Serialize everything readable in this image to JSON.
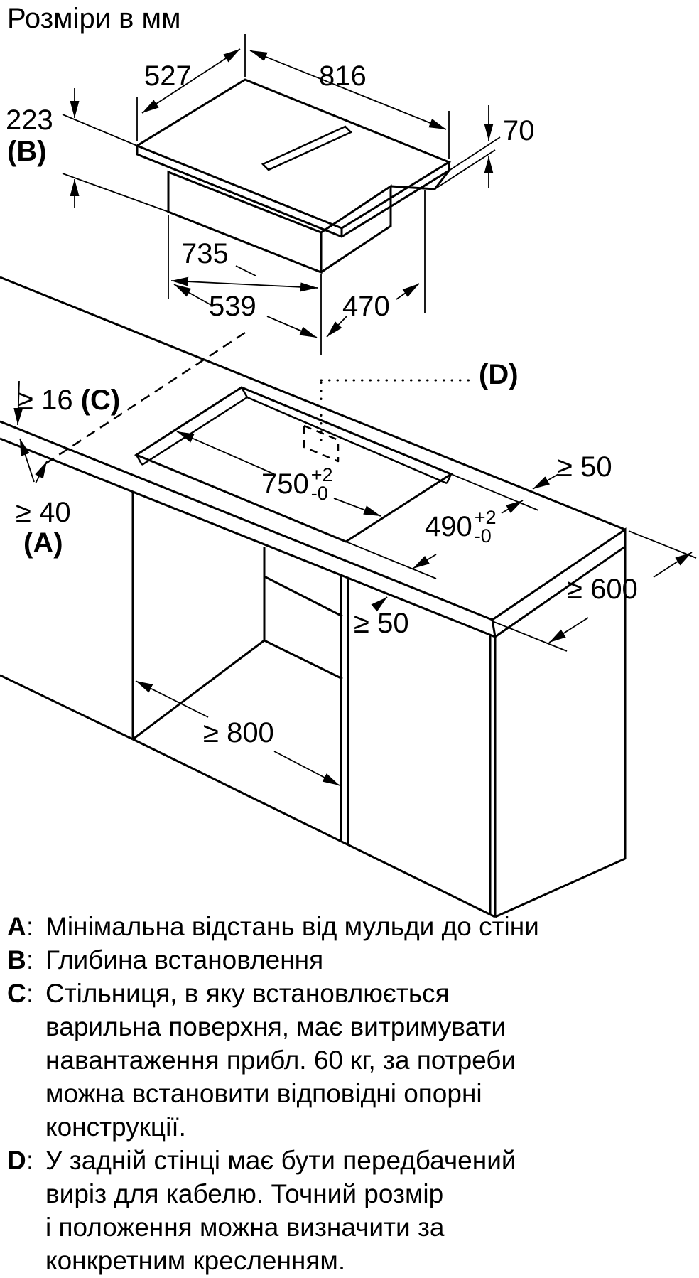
{
  "title": "Розміри в мм",
  "colors": {
    "ink": "#000000",
    "background": "#ffffff"
  },
  "hob_view": {
    "width_front": "527",
    "width_back": "816",
    "install_depth": "223",
    "install_depth_key": "(B)",
    "step_height": "70",
    "box_width": "735",
    "box_left_span": "539",
    "vent_right_span": "470"
  },
  "install_view": {
    "worktop_thickness": "≥ 16",
    "worktop_thickness_key": "(C)",
    "cable_cutout_key": "(D)",
    "wall_distance": "≥ 40",
    "wall_distance_key": "(A)",
    "cutout_width": "750",
    "cutout_width_tol_plus": "+2",
    "cutout_width_tol_minus": "-0",
    "cutout_depth": "490",
    "cutout_depth_tol_plus": "+2",
    "cutout_depth_tol_minus": "-0",
    "side_clearance": "≥ 50",
    "front_clearance": "≥ 50",
    "worktop_depth": "≥ 600",
    "niche_width": "≥ 800"
  },
  "legend": [
    {
      "key": "A",
      "colon": ":",
      "lines": [
        "Мінімальна відстань від мульди до стіни"
      ]
    },
    {
      "key": "B",
      "colon": ":",
      "lines": [
        "Глибина встановлення"
      ]
    },
    {
      "key": "C",
      "colon": ":",
      "lines": [
        "Стільниця, в яку встановлюється",
        "варильна поверхня, має витримувати",
        "навантаження прибл. 60 кг, за потреби",
        "можна встановити відповідні опорні",
        "конструкції."
      ]
    },
    {
      "key": "D",
      "colon": ":",
      "lines": [
        "У задній стінці має бути передбачений",
        "виріз для кабелю. Точний розмір",
        "і положення можна визначити за",
        "конкретним кресленням."
      ]
    }
  ]
}
